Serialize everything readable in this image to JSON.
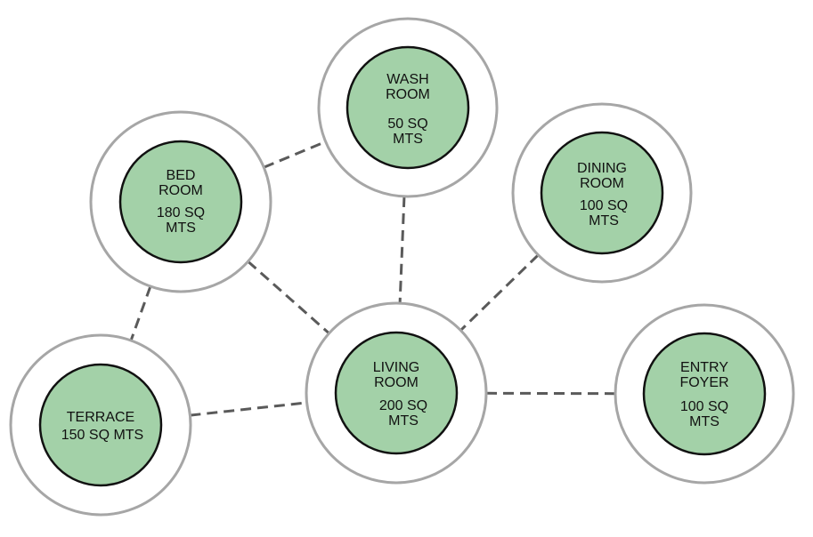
{
  "colors": {
    "inner_fill": "#a3d1a8",
    "inner_stroke": "#111111",
    "outer_stroke": "#a6a6a6",
    "connector": "#5a5a5a"
  },
  "rooms": [
    {
      "id": "wash-room",
      "name_lines": [
        "WASH",
        "ROOM"
      ],
      "area_lines": [
        "50 SQ",
        "MTS"
      ]
    },
    {
      "id": "bed-room",
      "name_lines": [
        "BED",
        "ROOM"
      ],
      "area_lines": [
        "180 SQ",
        "MTS"
      ]
    },
    {
      "id": "dining-room",
      "name_lines": [
        "DINING",
        "ROOM"
      ],
      "area_lines": [
        "100 SQ",
        "MTS"
      ]
    },
    {
      "id": "living-room",
      "name_lines": [
        "LIVING",
        "ROOM"
      ],
      "area_lines": [
        "200 SQ",
        "MTS"
      ]
    },
    {
      "id": "terrace",
      "name_lines": [
        "TERRACE"
      ],
      "area_lines": [
        "150 SQ MTS"
      ]
    },
    {
      "id": "entry-foyer",
      "name_lines": [
        "ENTRY",
        "FOYER"
      ],
      "area_lines": [
        "100 SQ",
        "MTS"
      ]
    }
  ],
  "connections": [
    [
      "bed-room",
      "wash-room"
    ],
    [
      "wash-room",
      "living-room"
    ],
    [
      "bed-room",
      "living-room"
    ],
    [
      "dining-room",
      "living-room"
    ],
    [
      "bed-room",
      "terrace"
    ],
    [
      "terrace",
      "living-room"
    ],
    [
      "living-room",
      "entry-foyer"
    ]
  ]
}
